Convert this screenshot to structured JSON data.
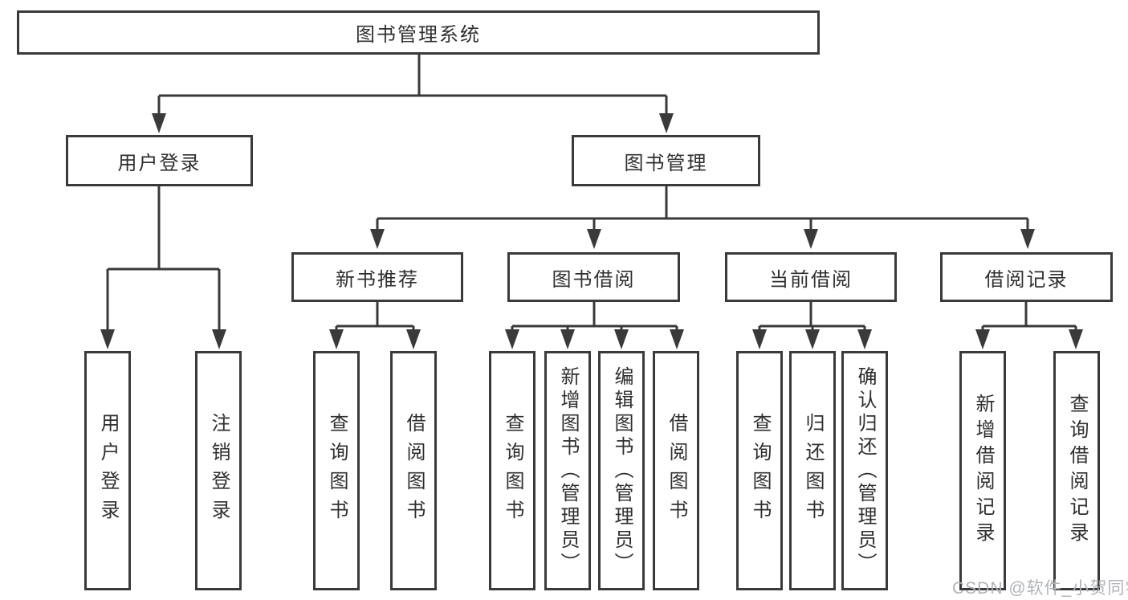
{
  "diagram": {
    "title": "图书管理系统",
    "branches": [
      {
        "label": "用户登录",
        "children": [
          {
            "label": "用户登录"
          },
          {
            "label": "注销登录"
          }
        ]
      },
      {
        "label": "图书管理",
        "children": [
          {
            "label": "新书推荐",
            "children": [
              {
                "label": "查询图书"
              },
              {
                "label": "借阅图书"
              }
            ]
          },
          {
            "label": "图书借阅",
            "children": [
              {
                "label": "查询图书"
              },
              {
                "label": "新增图书（管理员）"
              },
              {
                "label": "编辑图书（管理员）"
              },
              {
                "label": "借阅图书"
              }
            ]
          },
          {
            "label": "当前借阅",
            "children": [
              {
                "label": "查询图书"
              },
              {
                "label": "归还图书"
              },
              {
                "label": "确认归还（管理员）"
              }
            ]
          },
          {
            "label": "借阅记录",
            "children": [
              {
                "label": "新增借阅记录"
              },
              {
                "label": "查询借阅记录"
              }
            ]
          }
        ]
      }
    ]
  },
  "watermark": {
    "text": "CSDN @软件_小贺同学"
  },
  "colors": {
    "line": "#3a3a3a",
    "text": "#2f2f2f",
    "box_fill": "#ffffff",
    "watermark": "#b0b3b7"
  }
}
